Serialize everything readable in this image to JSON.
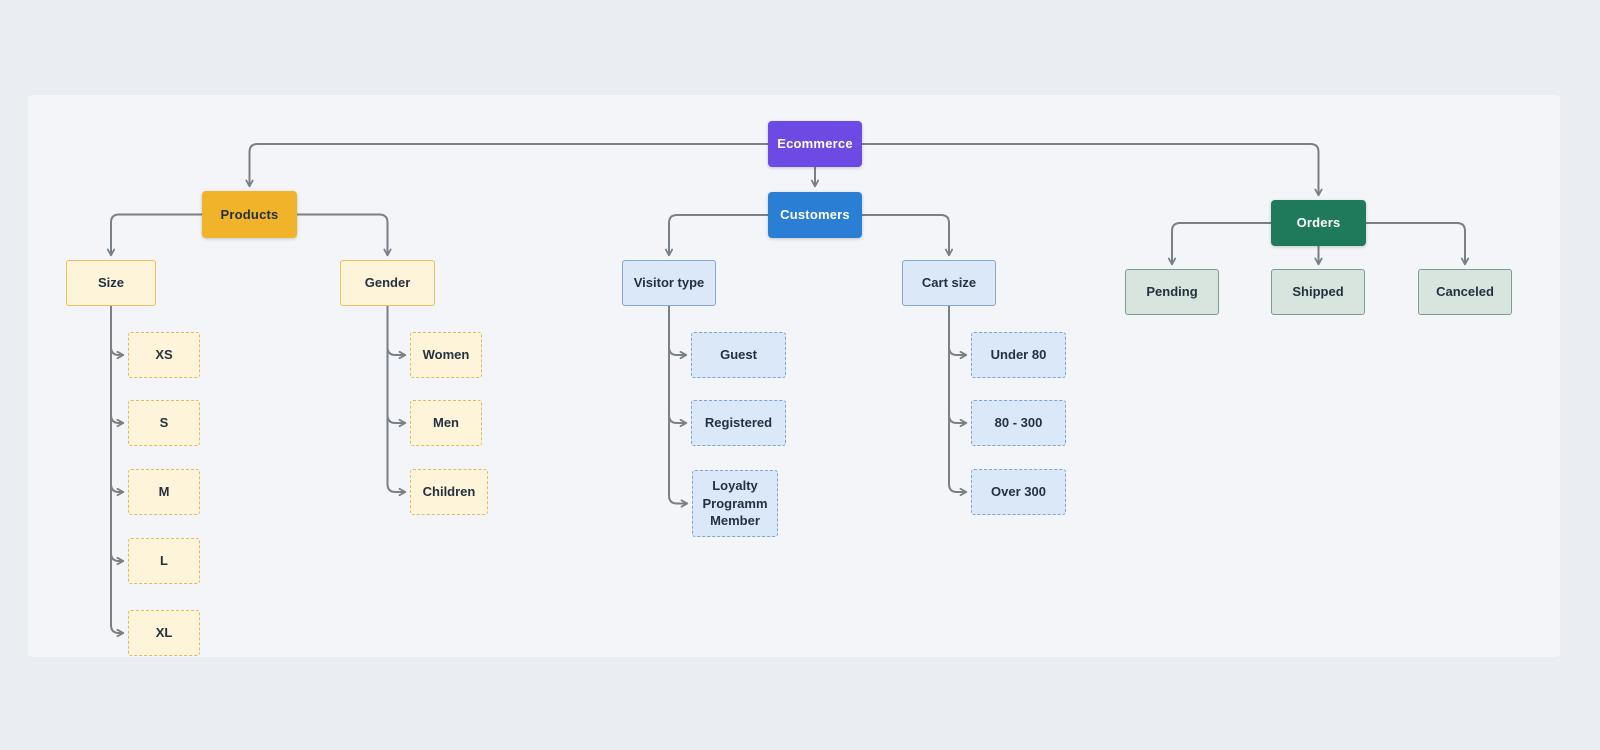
{
  "colors": {
    "root_accent": "#6C4AE3",
    "customers_accent": "#2A7FD4",
    "products_accent": "#F1B32A",
    "orders_accent": "#1F7A5B",
    "connector": "#7A8087",
    "yellow_fill": "#FDF4D9",
    "yellow_border": "#E5C25E",
    "yellow_dash_border": "#DFBC64",
    "blue_fill": "#DBE8F8",
    "blue_border": "#85A8D0",
    "blue_dash_border": "#7FA4D6",
    "green_fill": "#D8E5DF",
    "green_border": "#7D9E8F",
    "text_dark": "#25313F",
    "text_light": "#FFFFFF"
  },
  "nodes": {
    "ecommerce": {
      "label": "Ecommerce"
    },
    "products": {
      "label": "Products"
    },
    "customers": {
      "label": "Customers"
    },
    "orders": {
      "label": "Orders"
    },
    "size": {
      "label": "Size"
    },
    "gender": {
      "label": "Gender"
    },
    "visitor_type": {
      "label": "Visitor type"
    },
    "cart_size": {
      "label": "Cart size"
    },
    "pending": {
      "label": "Pending"
    },
    "shipped": {
      "label": "Shipped"
    },
    "canceled": {
      "label": "Canceled"
    },
    "xs": {
      "label": "XS"
    },
    "s": {
      "label": "S"
    },
    "m": {
      "label": "M"
    },
    "l": {
      "label": "L"
    },
    "xl": {
      "label": "XL"
    },
    "women": {
      "label": "Women"
    },
    "men": {
      "label": "Men"
    },
    "children": {
      "label": "Children"
    },
    "guest": {
      "label": "Guest"
    },
    "registered": {
      "label": "Registered"
    },
    "loyalty": {
      "label": "Loyalty Programm Member"
    },
    "under_80": {
      "label": "Under 80"
    },
    "range_80_300": {
      "label": "80 - 300"
    },
    "over_300": {
      "label": "Over 300"
    }
  },
  "edges": [
    [
      "Ecommerce",
      "Products"
    ],
    [
      "Ecommerce",
      "Customers"
    ],
    [
      "Ecommerce",
      "Orders"
    ],
    [
      "Products",
      "Size"
    ],
    [
      "Products",
      "Gender"
    ],
    [
      "Size",
      "XS"
    ],
    [
      "Size",
      "S"
    ],
    [
      "Size",
      "M"
    ],
    [
      "Size",
      "L"
    ],
    [
      "Size",
      "XL"
    ],
    [
      "Gender",
      "Women"
    ],
    [
      "Gender",
      "Men"
    ],
    [
      "Gender",
      "Children"
    ],
    [
      "Customers",
      "Visitor type"
    ],
    [
      "Customers",
      "Cart size"
    ],
    [
      "Visitor type",
      "Guest"
    ],
    [
      "Visitor type",
      "Registered"
    ],
    [
      "Visitor type",
      "Loyalty Programm Member"
    ],
    [
      "Cart size",
      "Under 80"
    ],
    [
      "Cart size",
      "80 - 300"
    ],
    [
      "Cart size",
      "Over 300"
    ],
    [
      "Orders",
      "Pending"
    ],
    [
      "Orders",
      "Shipped"
    ],
    [
      "Orders",
      "Canceled"
    ]
  ]
}
